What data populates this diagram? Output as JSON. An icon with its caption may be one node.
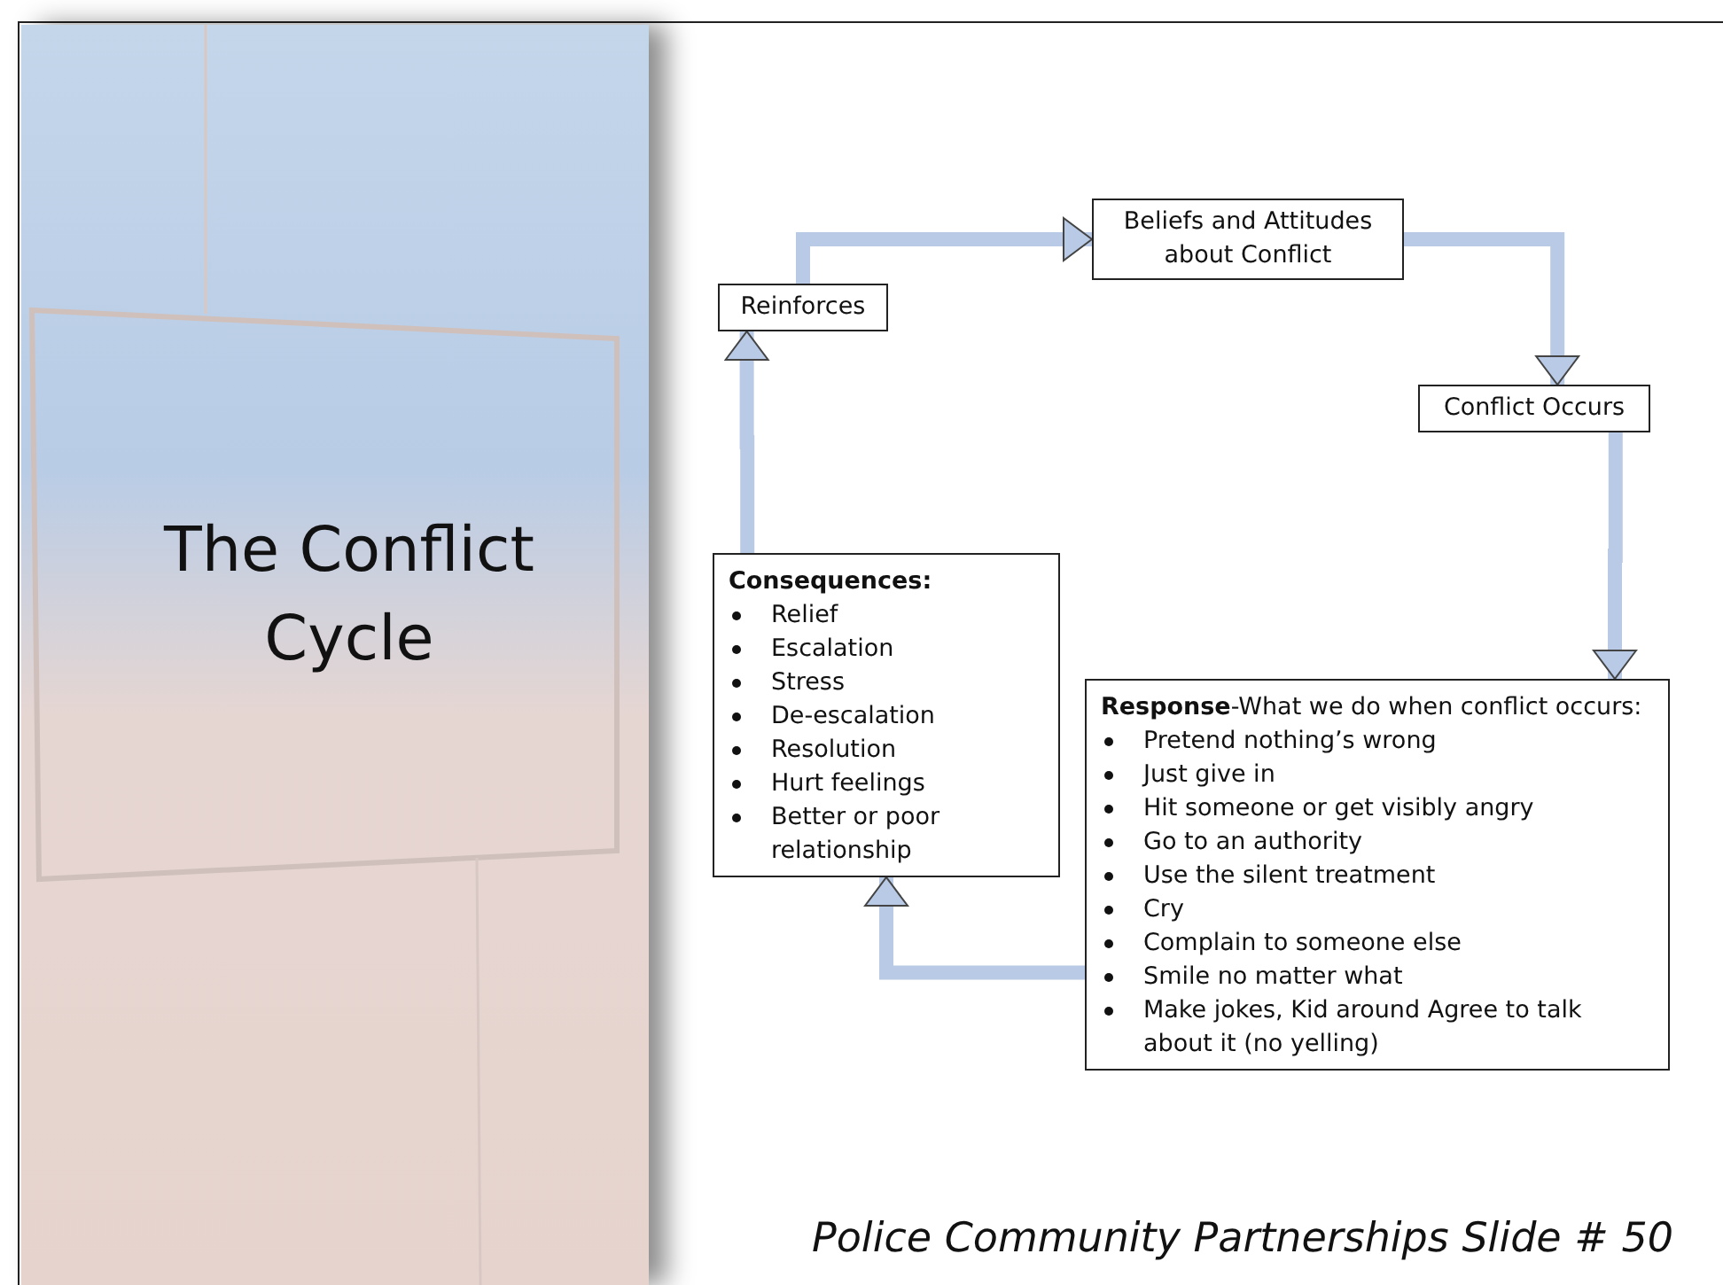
{
  "diagram": {
    "title": "The Conflict Cycle",
    "caption": "Police Community Partnerships Slide # 50",
    "nodes": [
      {
        "text": [
          "Reinforces"
        ]
      },
      {
        "text": [
          "Beliefs and Attitudes about Conflict"
        ]
      },
      {
        "text": [
          "Conflict Occurs"
        ]
      },
      {
        "text": [
          "**Response**-What we do when conflict occurs:",
          "Pretend nothing’s wrong",
          "Just give in",
          "Hit someone or get visibly angry",
          "Go to an authority",
          "Use the silent treatment",
          "Cry",
          "Complain to someone else",
          "Smile no matter what",
          "Make jokes, Kid around Agree to talk about it (no yelling)"
        ]
      },
      {
        "text": [
          "Consequences:",
          "Relief",
          "Escalation",
          "Stress",
          "De-escalation",
          "Resolution",
          "Hurt feelings",
          "Better or poor relationship"
        ]
      }
    ],
    "edges": [
      {
        "from": 0,
        "to": 1,
        "arrow": "to"
      },
      {
        "from": 1,
        "to": 2,
        "arrow": "to"
      },
      {
        "from": 2,
        "to": 3,
        "arrow": "to"
      },
      {
        "from": 3,
        "to": 4,
        "arrow": "to"
      },
      {
        "from": 4,
        "to": 0,
        "arrow": "to"
      }
    ]
  }
}
